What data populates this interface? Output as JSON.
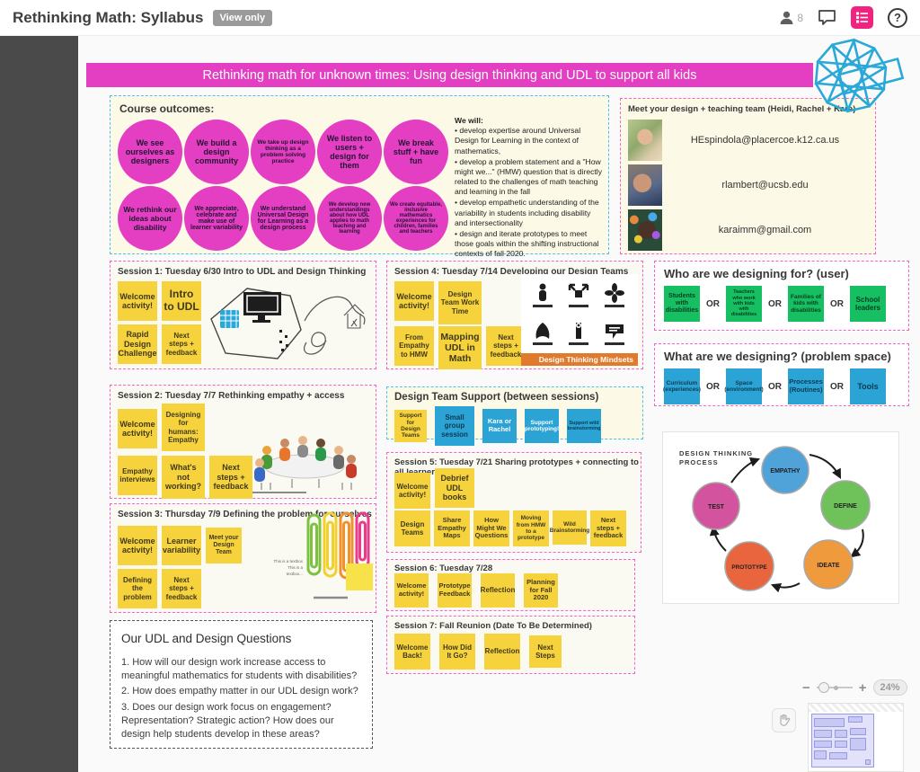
{
  "palette": {
    "magenta": "#e43ec2",
    "yellow": "#f6d33c",
    "green": "#17bf63",
    "blue": "#2ba3d4",
    "cream": "#fcf9e6",
    "pinkline": "#f863c8",
    "cyanline": "#49c3e8",
    "orange": "#e07b2e",
    "sidebar": "#4a4a4a",
    "accent": "#f0247e"
  },
  "topbar": {
    "title": "Rethinking Math: Syllabus",
    "view_only_badge": "View only",
    "online_count": "8",
    "help_glyph": "?"
  },
  "banner": {
    "text": "Rethinking math for unknown times: Using design thinking and UDL to support all kids"
  },
  "course_outcomes": {
    "title": "Course outcomes:",
    "circles": [
      "We see ourselves as designers",
      "We build a design community",
      "We take up design thinking as a problem solving practice",
      "We listen to users + design for them",
      "We break stuff + have fun",
      "We rethink our ideas about disability",
      "We appreciate, celebrate and make use of learner variability",
      "We understand Universal Design for Learning as a design process",
      "We develop new understandings about how UDL applies to math teaching and learning",
      "We create equitable, inclusive mathematics experiences for children, families and teachers"
    ],
    "we_will_heading": "We will:",
    "we_will_items": [
      "• develop expertise around Universal Design for Learning in the context of mathematics,",
      "• develop a problem statement and a \"How might we...\" (HMW) question that is directly related to the challenges of math teaching and learning in the fall",
      "• develop empathetic understanding of the variability in students including disability and intersectionality",
      "• design and iterate prototypes to meet those goals within the shifting instructional contexts of fall 2020."
    ]
  },
  "team": {
    "title": "Meet your design + teaching team (Heidi, Rachel + Kara)",
    "members": [
      {
        "email": "HEspindola@placercoe.k12.ca.us"
      },
      {
        "email": "rlambert@ucsb.edu"
      },
      {
        "email": "karaimm@gmail.com"
      }
    ]
  },
  "sessions": [
    {
      "title": "Session 1: Tuesday 6/30 Intro to UDL and Design Thinking",
      "stickies": [
        "Welcome activity!",
        "Intro to UDL",
        "Rapid Design Challenge",
        "Next steps + feedback"
      ]
    },
    {
      "title": "Session 2: Tuesday 7/7  Rethinking empathy + access",
      "stickies": [
        "Welcome activity!",
        "Designing for humans: Empathy",
        "Empathy interviews",
        "What's not working?",
        "Next steps + feedback"
      ]
    },
    {
      "title": "Session 3: Thursday 7/9 Defining the problem for ourselves",
      "stickies": [
        "Welcome activity!",
        "Learner variability",
        "Meet your Design Team",
        "Defining the problem",
        "Next steps + feedback"
      ]
    },
    {
      "title": "Session 4: Tuesday 7/14 Developing our Design Teams",
      "stickies": [
        "Welcome activity!",
        "Design Team Work Time",
        "From Empathy to HMW",
        "Mapping UDL in Math",
        "Next steps + feedback"
      ],
      "image_caption": "Design Thinking Mindsets"
    },
    {
      "title": "Session 5: Tuesday 7/21 Sharing prototypes + connecting to all learners",
      "stickies": [
        "Welcome activity!",
        "Debrief UDL books",
        "Design Teams",
        "Share Empathy Maps",
        "How Might We Questions",
        "Moving from HMW to a prototype",
        "Wild Brainstorming",
        "Next steps + feedback"
      ]
    },
    {
      "title": "Session 6: Tuesday 7/28",
      "stickies": [
        "Welcome activity!",
        "Prototype Feedback",
        "Reflection",
        "Planning for Fall 2020"
      ]
    },
    {
      "title": "Session 7: Fall Reunion (Date To Be Determined)",
      "stickies": [
        "Welcome Back!",
        "How Did It Go?",
        "Reflection",
        "Next Steps"
      ]
    }
  ],
  "session3_notes": [
    "This is a textbox",
    "This is a textbox..."
  ],
  "support": {
    "title": "Design Team Support (between sessions)",
    "stickies": [
      "Support for Design Teams",
      "Small group session",
      "Kara or Rachel",
      "Support prototyping!",
      "Support wild brainstorming"
    ]
  },
  "who": {
    "title": "Who are we designing for? (user)",
    "or": "OR",
    "options": [
      "Students with disabilities",
      "Teachers who work with kids with disabilities",
      "Families of kids with disabilities",
      "School leaders"
    ]
  },
  "what": {
    "title": "What are we designing? (problem space)",
    "or": "OR",
    "options": [
      "Curriculum (experiences)",
      "Space (environment)",
      "Processes (Routines)",
      "Tools"
    ]
  },
  "process": {
    "label_line1": "DESIGN THINKING",
    "label_line2": "PROCESS",
    "steps": [
      {
        "name": "EMPATHY",
        "color": "#4fa3d8"
      },
      {
        "name": "DEFINE",
        "color": "#6fc25a"
      },
      {
        "name": "IDEATE",
        "color": "#f09a3e"
      },
      {
        "name": "PROTOTYPE",
        "color": "#e9653d"
      },
      {
        "name": "TEST",
        "color": "#d4539f"
      }
    ]
  },
  "udl_questions": {
    "title": "Our UDL and Design Questions",
    "questions": [
      "1. How will our design work increase access to meaningful mathematics for students with disabilities?",
      "2. How does empathy matter in our UDL design work?",
      "3. Does our design work focus on engagement? Representation? Strategic action? How does our design help students develop in these areas?"
    ]
  },
  "controls": {
    "zoom_out": "−",
    "zoom_in": "+",
    "zoom_level": "24%"
  }
}
